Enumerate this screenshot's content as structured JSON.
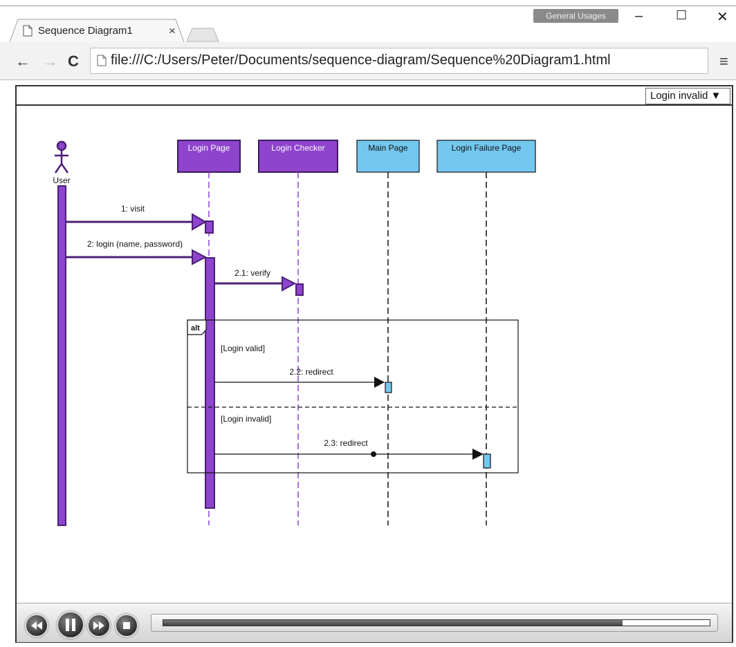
{
  "browser": {
    "tab_title": "Sequence Diagram1",
    "profile_badge": "General Usages",
    "url": "file:///C:/Users/Peter/Documents/sequence-diagram/Sequence%20Diagram1.html"
  },
  "scenario_selector": {
    "selected": "Login invalid ▼"
  },
  "diagram": {
    "actor": {
      "label": "User"
    },
    "lifelines": [
      {
        "label": "Login Page",
        "fill": "#8e44cc"
      },
      {
        "label": "Login Checker",
        "fill": "#8e44cc"
      },
      {
        "label": "Main Page",
        "fill": "#73c7ef"
      },
      {
        "label": "Login Failure Page",
        "fill": "#73c7ef"
      }
    ],
    "messages": [
      {
        "label": "1: visit"
      },
      {
        "label": "2: login (name, password)"
      },
      {
        "label": "2.1: verify"
      },
      {
        "label": "2.2: redirect"
      },
      {
        "label": "2.3: redirect"
      }
    ],
    "fragment": {
      "operator": "alt",
      "guards": [
        "[Login valid]",
        "[Login invalid]"
      ]
    },
    "colors": {
      "purple": "#8e44cc",
      "purple_dark": "#4b1f77",
      "blue": "#73c7ef"
    }
  },
  "player": {
    "progress": 0.84
  }
}
